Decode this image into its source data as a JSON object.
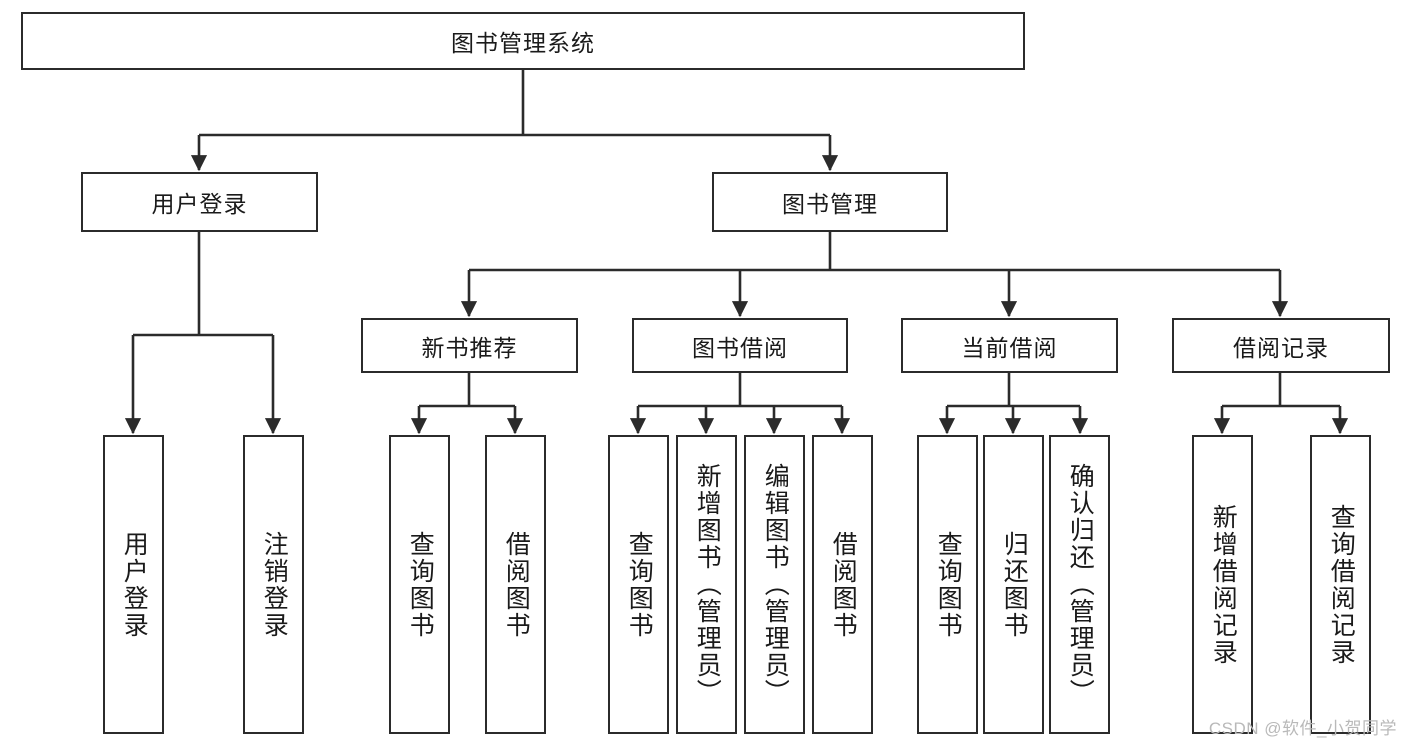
{
  "diagram": {
    "title": "图书管理系统",
    "type": "tree-hierarchy",
    "colors": {
      "stroke": "#2b2b2b",
      "fill": "#ffffff",
      "text": "#1a1a1a",
      "watermark": "#b9b9b9"
    },
    "root": {
      "id": "root",
      "label": "图书管理系统"
    },
    "level2": [
      {
        "id": "user-login",
        "label": "用户登录"
      },
      {
        "id": "book-manage",
        "label": "图书管理"
      }
    ],
    "level3": [
      {
        "id": "new-book-recommend",
        "label": "新书推荐",
        "parent": "book-manage"
      },
      {
        "id": "book-borrow",
        "label": "图书借阅",
        "parent": "book-manage"
      },
      {
        "id": "current-borrow",
        "label": "当前借阅",
        "parent": "book-manage"
      },
      {
        "id": "borrow-record",
        "label": "借阅记录",
        "parent": "book-manage"
      }
    ],
    "leaves": [
      {
        "id": "leaf-user-login",
        "label": "用户登录",
        "parent": "user-login"
      },
      {
        "id": "leaf-logout-login",
        "label": "注销登录",
        "parent": "user-login"
      },
      {
        "id": "leaf-query-book-1",
        "label": "查询图书",
        "parent": "new-book-recommend"
      },
      {
        "id": "leaf-borrow-book-1",
        "label": "借阅图书",
        "parent": "new-book-recommend"
      },
      {
        "id": "leaf-query-book-2",
        "label": "查询图书",
        "parent": "book-borrow"
      },
      {
        "id": "leaf-add-book",
        "label": "新增图书（管理员）",
        "parent": "book-borrow"
      },
      {
        "id": "leaf-edit-book",
        "label": "编辑图书（管理员）",
        "parent": "book-borrow"
      },
      {
        "id": "leaf-borrow-book-2",
        "label": "借阅图书",
        "parent": "book-borrow"
      },
      {
        "id": "leaf-query-book-3",
        "label": "查询图书",
        "parent": "current-borrow"
      },
      {
        "id": "leaf-return-book",
        "label": "归还图书",
        "parent": "current-borrow"
      },
      {
        "id": "leaf-confirm-return",
        "label": "确认归还（管理员）",
        "parent": "current-borrow"
      },
      {
        "id": "leaf-add-record",
        "label": "新增借阅记录",
        "parent": "borrow-record"
      },
      {
        "id": "leaf-query-record",
        "label": "查询借阅记录",
        "parent": "borrow-record"
      }
    ],
    "watermark": "CSDN @软件_小贺同学"
  }
}
